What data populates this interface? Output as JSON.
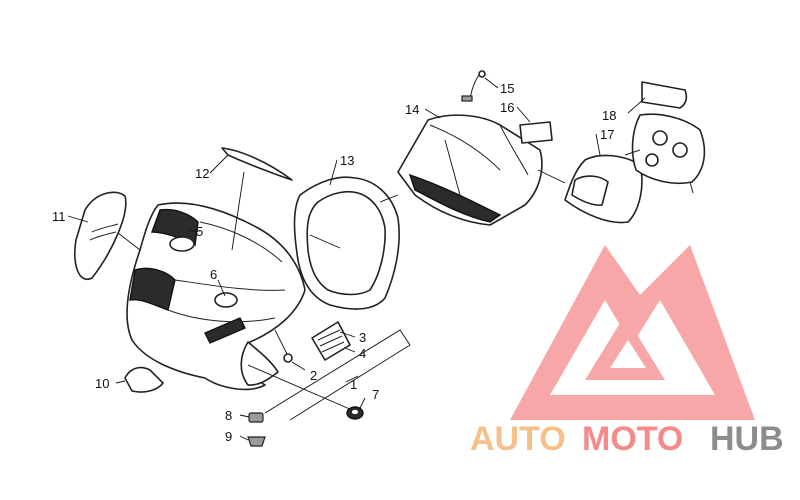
{
  "callouts": [
    "1",
    "2",
    "3",
    "4",
    "5",
    "6",
    "7",
    "8",
    "9",
    "10",
    "11",
    "12",
    "13",
    "14",
    "15",
    "16",
    "17",
    "18"
  ],
  "watermark": {
    "word_auto": "AUTO",
    "word_moto": "MOTO",
    "word_hub": "HUB",
    "color_auto": "#f5c08a",
    "color_moto": "#f58a8a",
    "color_hub": "#9a9a9a",
    "logo_color": "#f58a8a"
  },
  "colors": {
    "line": "#222222",
    "background": "#ffffff"
  }
}
